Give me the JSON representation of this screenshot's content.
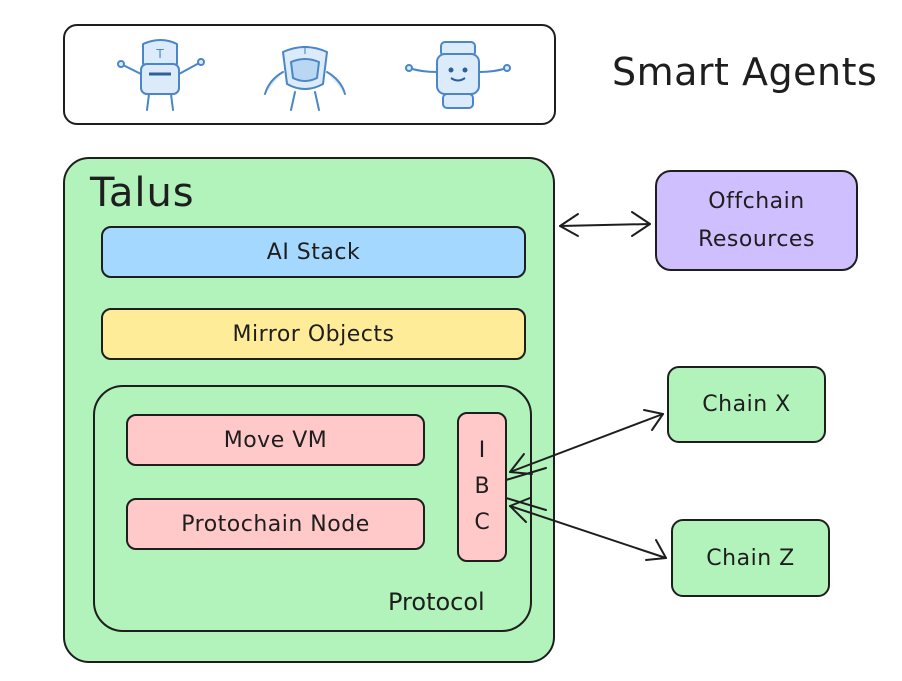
{
  "smart_agents": {
    "title": "Smart Agents",
    "icons": [
      "agent-robot-icon",
      "agent-robot-icon",
      "agent-robot-icon"
    ]
  },
  "talus": {
    "title": "Talus",
    "ai_stack": "AI Stack",
    "mirror_objects": "Mirror Objects",
    "protocol": {
      "label": "Protocol",
      "move_vm": "Move VM",
      "protochain_node": "Protochain Node",
      "ibc_letters": [
        "I",
        "B",
        "C"
      ]
    }
  },
  "offchain_resources": {
    "line1": "Offchain",
    "line2": "Resources"
  },
  "chains": {
    "chain_x": "Chain X",
    "chain_z": "Chain Z"
  },
  "colors": {
    "talus_green": "#b2f2bb",
    "ai_stack_blue": "#a5d8ff",
    "mirror_yellow": "#ffec99",
    "protocol_pink": "#ffc9c9",
    "offchain_purple": "#d0bfff",
    "robot_blue": "#4a86c8",
    "stroke": "#1e1e1e"
  }
}
